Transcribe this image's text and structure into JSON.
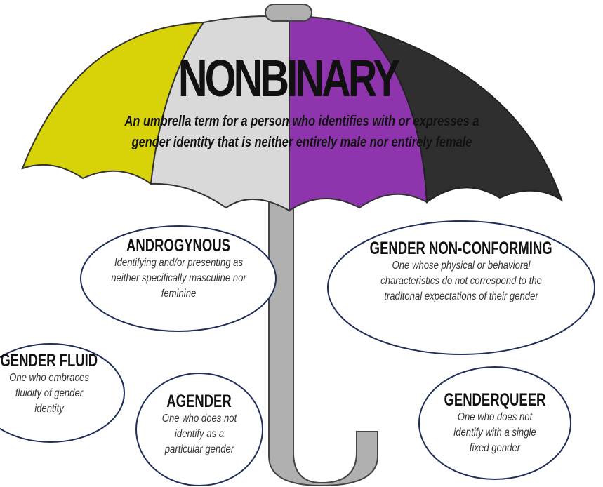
{
  "title": "NONBINARY",
  "subtitle": "An umbrella term for a person who identifies with or expresses a gender identity that is neither entirely male nor entirely female",
  "colors": {
    "yellow": "#d8d208",
    "light_gray": "#d9d9d9",
    "purple": "#8e35ad",
    "dark": "#2f2f2f",
    "handle": "#b0b0b0",
    "bubble_border": "#1f2e5a"
  },
  "terms": [
    {
      "name": "ANDROGYNOUS",
      "description": "Identifying and/or presenting as neither specifically masculine nor feminine"
    },
    {
      "name": "GENDER NON-CONFORMING",
      "description": "One whose physical or behavioral characteristics do not correspond to the traditonal expectations of their gender"
    },
    {
      "name": "GENDER FLUID",
      "description": "One who embraces fluidity of gender identity"
    },
    {
      "name": "AGENDER",
      "description": "One who does not identify as a particular gender"
    },
    {
      "name": "GENDERQUEER",
      "description": "One who does not identify with a single fixed gender"
    }
  ]
}
